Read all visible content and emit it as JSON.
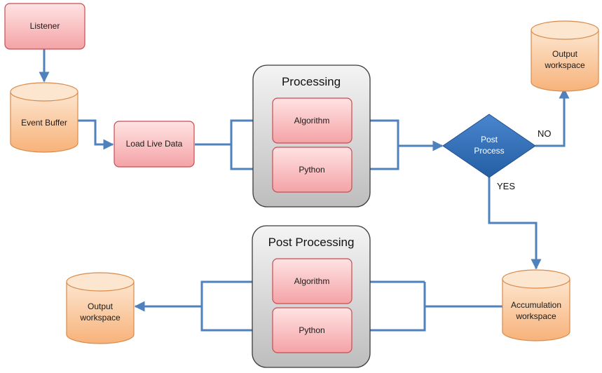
{
  "nodes": {
    "listener": "Listener",
    "event_buffer": "Event Buffer",
    "load_live_data": "Load Live Data",
    "processing_title": "Processing",
    "processing_algorithm": "Algorithm",
    "processing_python": "Python",
    "post_process_line1": "Post",
    "post_process_line2": "Process",
    "output_top_line1": "Output",
    "output_top_line2": "workspace",
    "accumulation_line1": "Accumulation",
    "accumulation_line2": "workspace",
    "post_processing_title": "Post Processing",
    "post_algorithm": "Algorithm",
    "post_python": "Python",
    "output_bottom_line1": "Output",
    "output_bottom_line2": "workspace"
  },
  "edges": {
    "no_label": "NO",
    "yes_label": "YES"
  },
  "colors": {
    "box_fill_top": "#ffe3e3",
    "box_fill_bottom": "#f4a3a6",
    "box_stroke": "#c94c52",
    "cyl_fill_top": "#fde6cf",
    "cyl_fill_bottom": "#f7b27a",
    "cyl_stroke": "#d98a4a",
    "group_fill_top": "#f2f2f2",
    "group_fill_bottom": "#bdbdbd",
    "group_stroke": "#3a3a3a",
    "diamond_fill": "#2f6fb8",
    "arrow": "#4f81bd"
  }
}
